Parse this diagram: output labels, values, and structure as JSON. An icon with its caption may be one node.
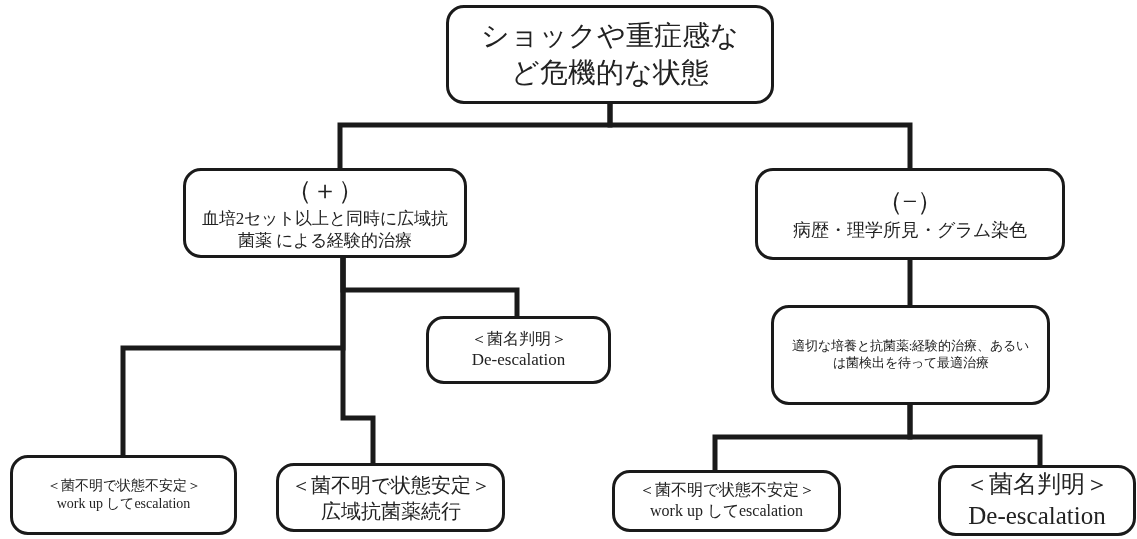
{
  "diagram": {
    "nodes": [
      {
        "text": [
          "ショックや重症感など危機的な状態"
        ]
      },
      {
        "text": [
          "（＋）",
          "血培2セット以上と同時に広域抗菌薬 による経験的治療"
        ]
      },
      {
        "text": [
          "（−）",
          "病歴・理学所見・グラム染色"
        ]
      },
      {
        "text": [
          "＜菌名判明＞",
          "De-escalation"
        ]
      },
      {
        "text": [
          "＜菌不明で状態不安定＞",
          "work up してescalation"
        ]
      },
      {
        "text": [
          "＜菌不明で状態安定＞",
          "広域抗菌薬続行"
        ]
      },
      {
        "text": [
          "適切な培養と抗菌薬:経験的治療、あるいは菌検出を待って最適治療"
        ]
      },
      {
        "text": [
          "＜菌不明で状態不安定＞",
          "work up してescalation"
        ]
      },
      {
        "text": [
          "＜菌名判明＞",
          "De-escalation"
        ]
      }
    ],
    "edges": [
      {
        "from": 0,
        "to": 1,
        "arrow": "none"
      },
      {
        "from": 0,
        "to": 2,
        "arrow": "none"
      },
      {
        "from": 1,
        "to": 3,
        "arrow": "none"
      },
      {
        "from": 1,
        "to": 4,
        "arrow": "none"
      },
      {
        "from": 1,
        "to": 5,
        "arrow": "none"
      },
      {
        "from": 2,
        "to": 6,
        "arrow": "none"
      },
      {
        "from": 6,
        "to": 7,
        "arrow": "none"
      },
      {
        "from": 6,
        "to": 8,
        "arrow": "none"
      }
    ]
  }
}
